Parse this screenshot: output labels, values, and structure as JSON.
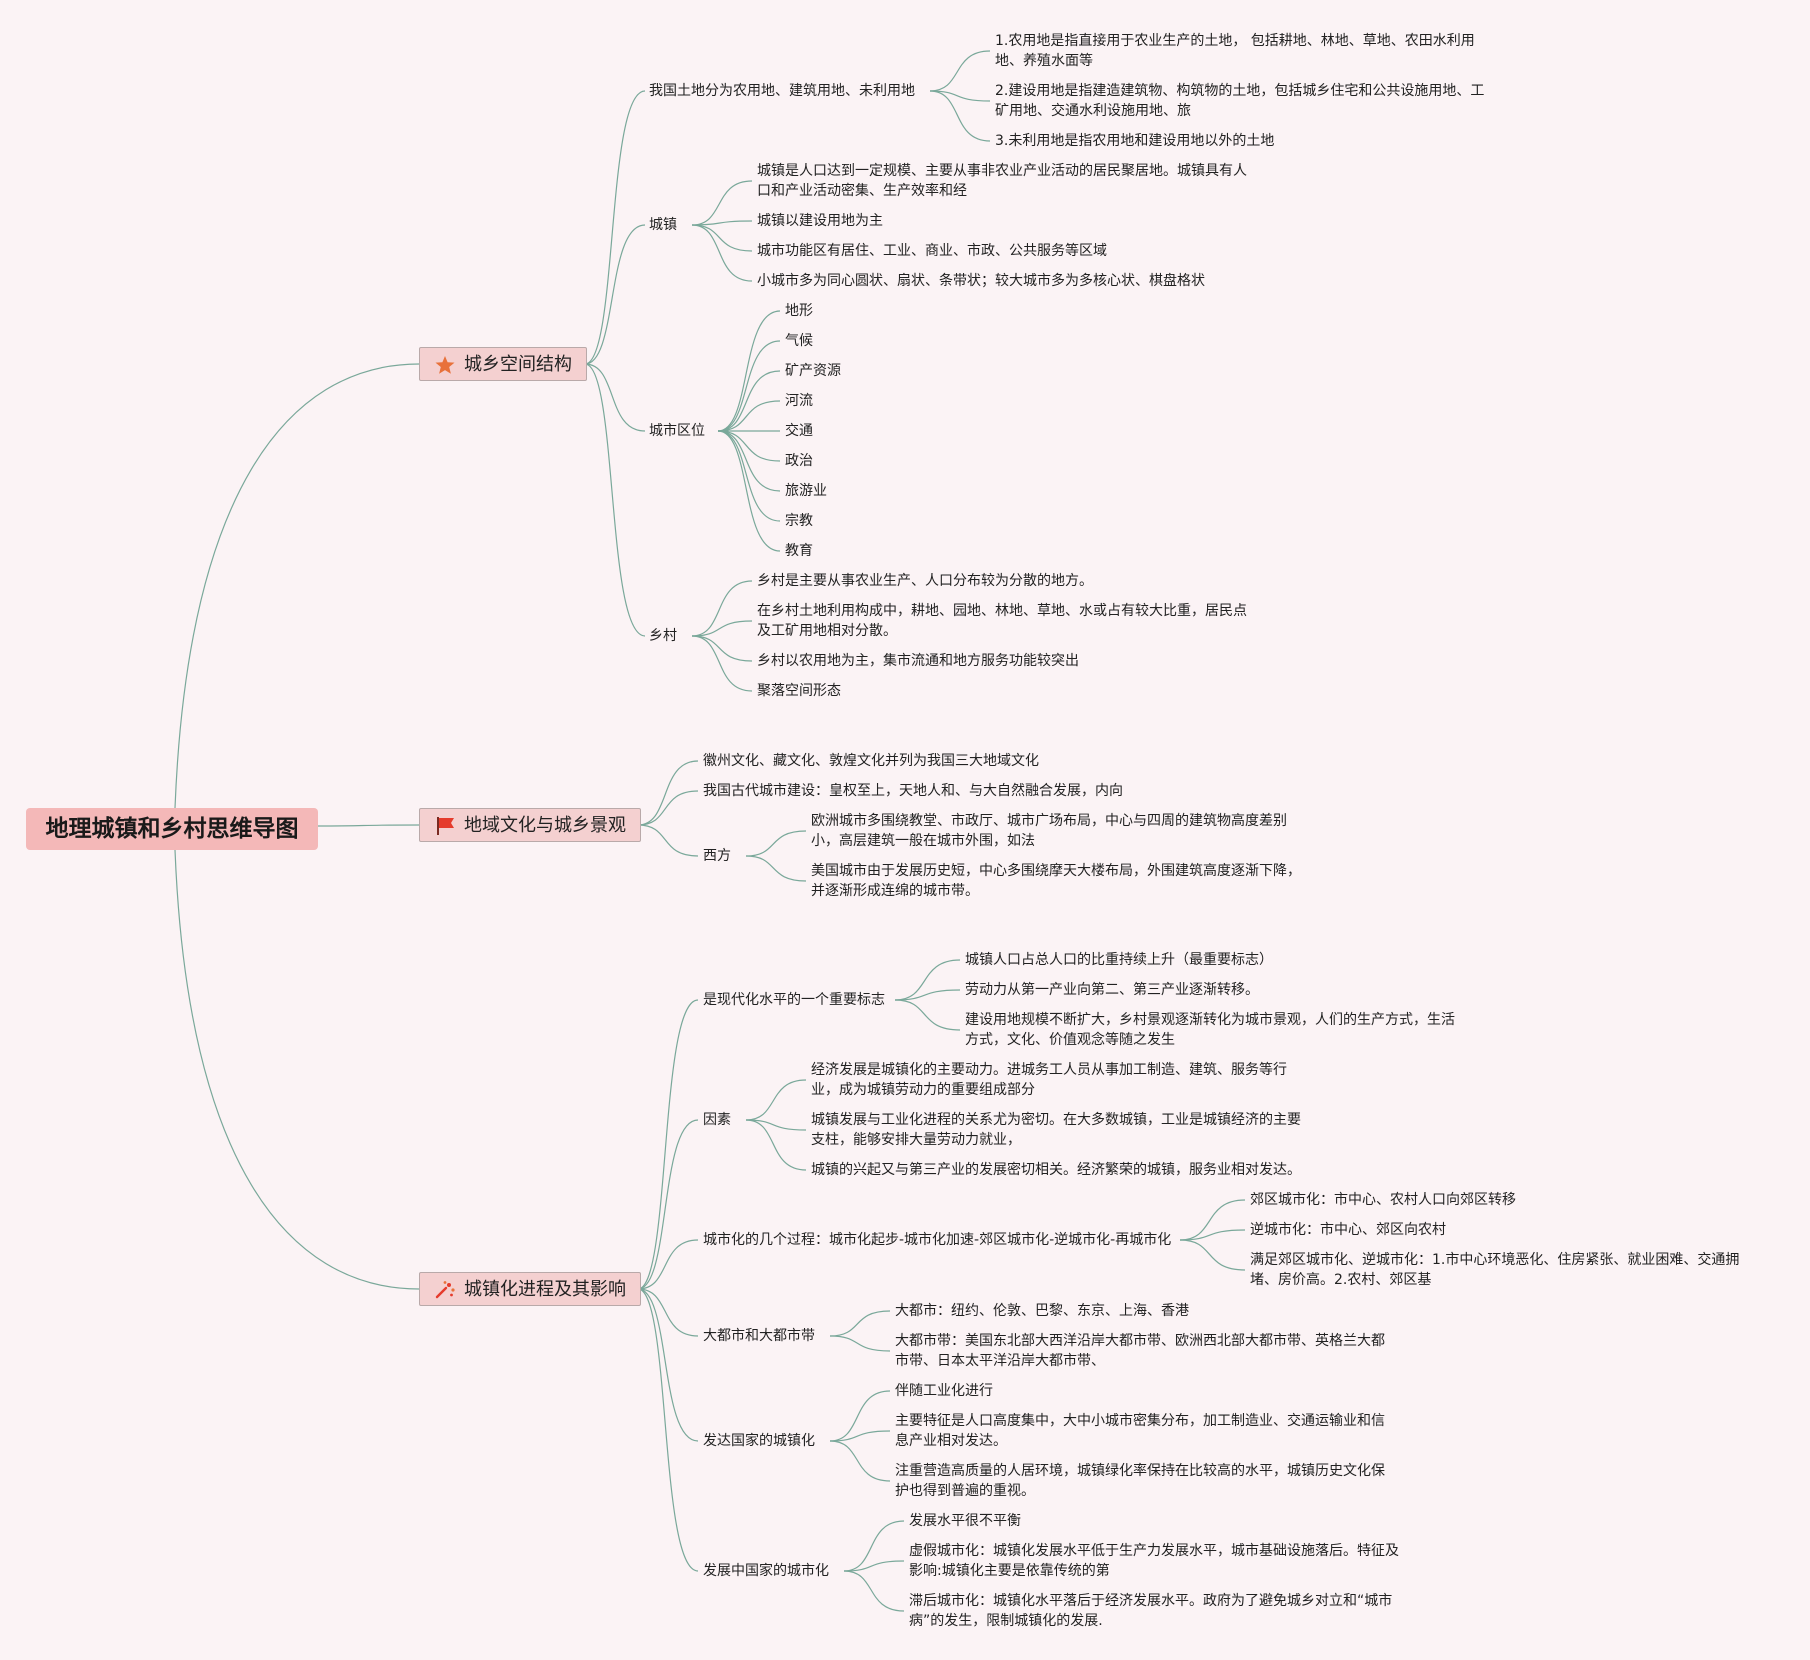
{
  "root": "地理城镇和乡村思维导图",
  "colors": {
    "background": "#fbf3f5",
    "root_fill": "#f4b8b8",
    "main_fill": "#f4d0d0",
    "line": "#7aa89a",
    "star": "#e8713a",
    "flag": "#e53b2c"
  },
  "branches": [
    {
      "label": "城乡空间结构",
      "icon": "star-icon",
      "subs": [
        {
          "label": "我国土地分为农用地、建筑用地、未利用地",
          "leaves": [
            "1.农用地是指直接用于农业生产的土地， 包括耕地、林地、草地、农田水利用地、养殖水面等",
            "2.建设用地是指建造建筑物、构筑物的土地，包括城乡住宅和公共设施用地、工矿用地、交通水利设施用地、旅",
            "3.未利用地是指农用地和建设用地以外的土地"
          ]
        },
        {
          "label": "城镇",
          "leaves": [
            "城镇是人口达到一定规模、主要从事非农业产业活动的居民聚居地。城镇具有人口和产业活动密集、生产效率和经",
            "城镇以建设用地为主",
            "城市功能区有居住、工业、商业、市政、公共服务等区域",
            "小城市多为同心圆状、扇状、条带状；较大城市多为多核心状、棋盘格状"
          ]
        },
        {
          "label": "城市区位",
          "leaves": [
            "地形",
            "气候",
            "矿产资源",
            "河流",
            "交通",
            "政治",
            "旅游业",
            "宗教",
            "教育"
          ]
        },
        {
          "label": "乡村",
          "leaves": [
            "乡村是主要从事农业生产、人口分布较为分散的地方。",
            "在乡村土地利用构成中，耕地、园地、林地、草地、水或占有较大比重，居民点及工矿用地相对分散。",
            "乡村以农用地为主，集市流通和地方服务功能较突出",
            "聚落空间形态"
          ]
        }
      ]
    },
    {
      "label": "地域文化与城乡景观",
      "icon": "flag-icon",
      "subs": [
        {
          "label": "徽州文化、藏文化、敦煌文化并列为我国三大地域文化",
          "leaves": []
        },
        {
          "label": "我国古代城市建设：皇权至上，天地人和、与大自然融合发展，内向",
          "leaves": []
        },
        {
          "label": "西方",
          "leaves": [
            "欧洲城市多围绕教堂、市政厅、城市广场布局，中心与四周的建筑物高度差别小，高层建筑一般在城市外围，如法",
            "美国城市由于发展历史短，中心多围绕摩天大楼布局，外围建筑高度逐渐下降，并逐渐形成连绵的城市带。"
          ]
        }
      ]
    },
    {
      "label": "城镇化进程及其影响",
      "icon": "sparkle-icon",
      "subs": [
        {
          "label": "是现代化水平的一个重要标志",
          "leaves": [
            "城镇人口占总人口的比重持续上升（最重要标志）",
            "劳动力从第一产业向第二、第三产业逐渐转移。",
            "建设用地规模不断扩大，乡村景观逐渐转化为城市景观，人们的生产方式，生活方式，文化、价值观念等随之发生"
          ]
        },
        {
          "label": "因素",
          "leaves": [
            "经济发展是城镇化的主要动力。进城务工人员从事加工制造、建筑、服务等行业，成为城镇劳动力的重要组成部分",
            "城镇发展与工业化进程的关系尤为密切。在大多数城镇，工业是城镇经济的主要支柱，能够安排大量劳动力就业，",
            "城镇的兴起又与第三产业的发展密切相关。经济繁荣的城镇，服务业相对发达。"
          ]
        },
        {
          "label": "城市化的几个过程：城市化起步-城市化加速-郊区城市化-逆城市化-再城市化",
          "leaves": [
            "郊区城市化：市中心、农村人口向郊区转移",
            "逆城市化：市中心、郊区向农村",
            "满足郊区城市化、逆城市化：1.市中心环境恶化、住房紧张、就业困难、交通拥堵、房价高。2.农村、郊区基"
          ]
        },
        {
          "label": "大都市和大都市带",
          "leaves": [
            "大都市：纽约、伦敦、巴黎、东京、上海、香港",
            "大都市带：美国东北部大西洋沿岸大都市带、欧洲西北部大都市带、英格兰大都市带、日本太平洋沿岸大都市带、"
          ]
        },
        {
          "label": "发达国家的城镇化",
          "leaves": [
            "伴随工业化进行",
            "主要特征是人口高度集中，大中小城市密集分布，加工制造业、交通运输业和信息产业相对发达。",
            "注重营造高质量的人居环境，城镇绿化率保持在比较高的水平，城镇历史文化保护也得到普遍的重视。"
          ]
        },
        {
          "label": "发展中国家的城市化",
          "leaves": [
            "发展水平很不平衡",
            "虚假城市化：城镇化发展水平低于生产力发展水平，城市基础设施落后。特征及影响:城镇化主要是依靠传统的第",
            "滞后城市化：城镇化水平落后于经济发展水平。政府为了避免城乡对立和“城市病”的发生，限制城镇化的发展."
          ]
        }
      ]
    }
  ]
}
